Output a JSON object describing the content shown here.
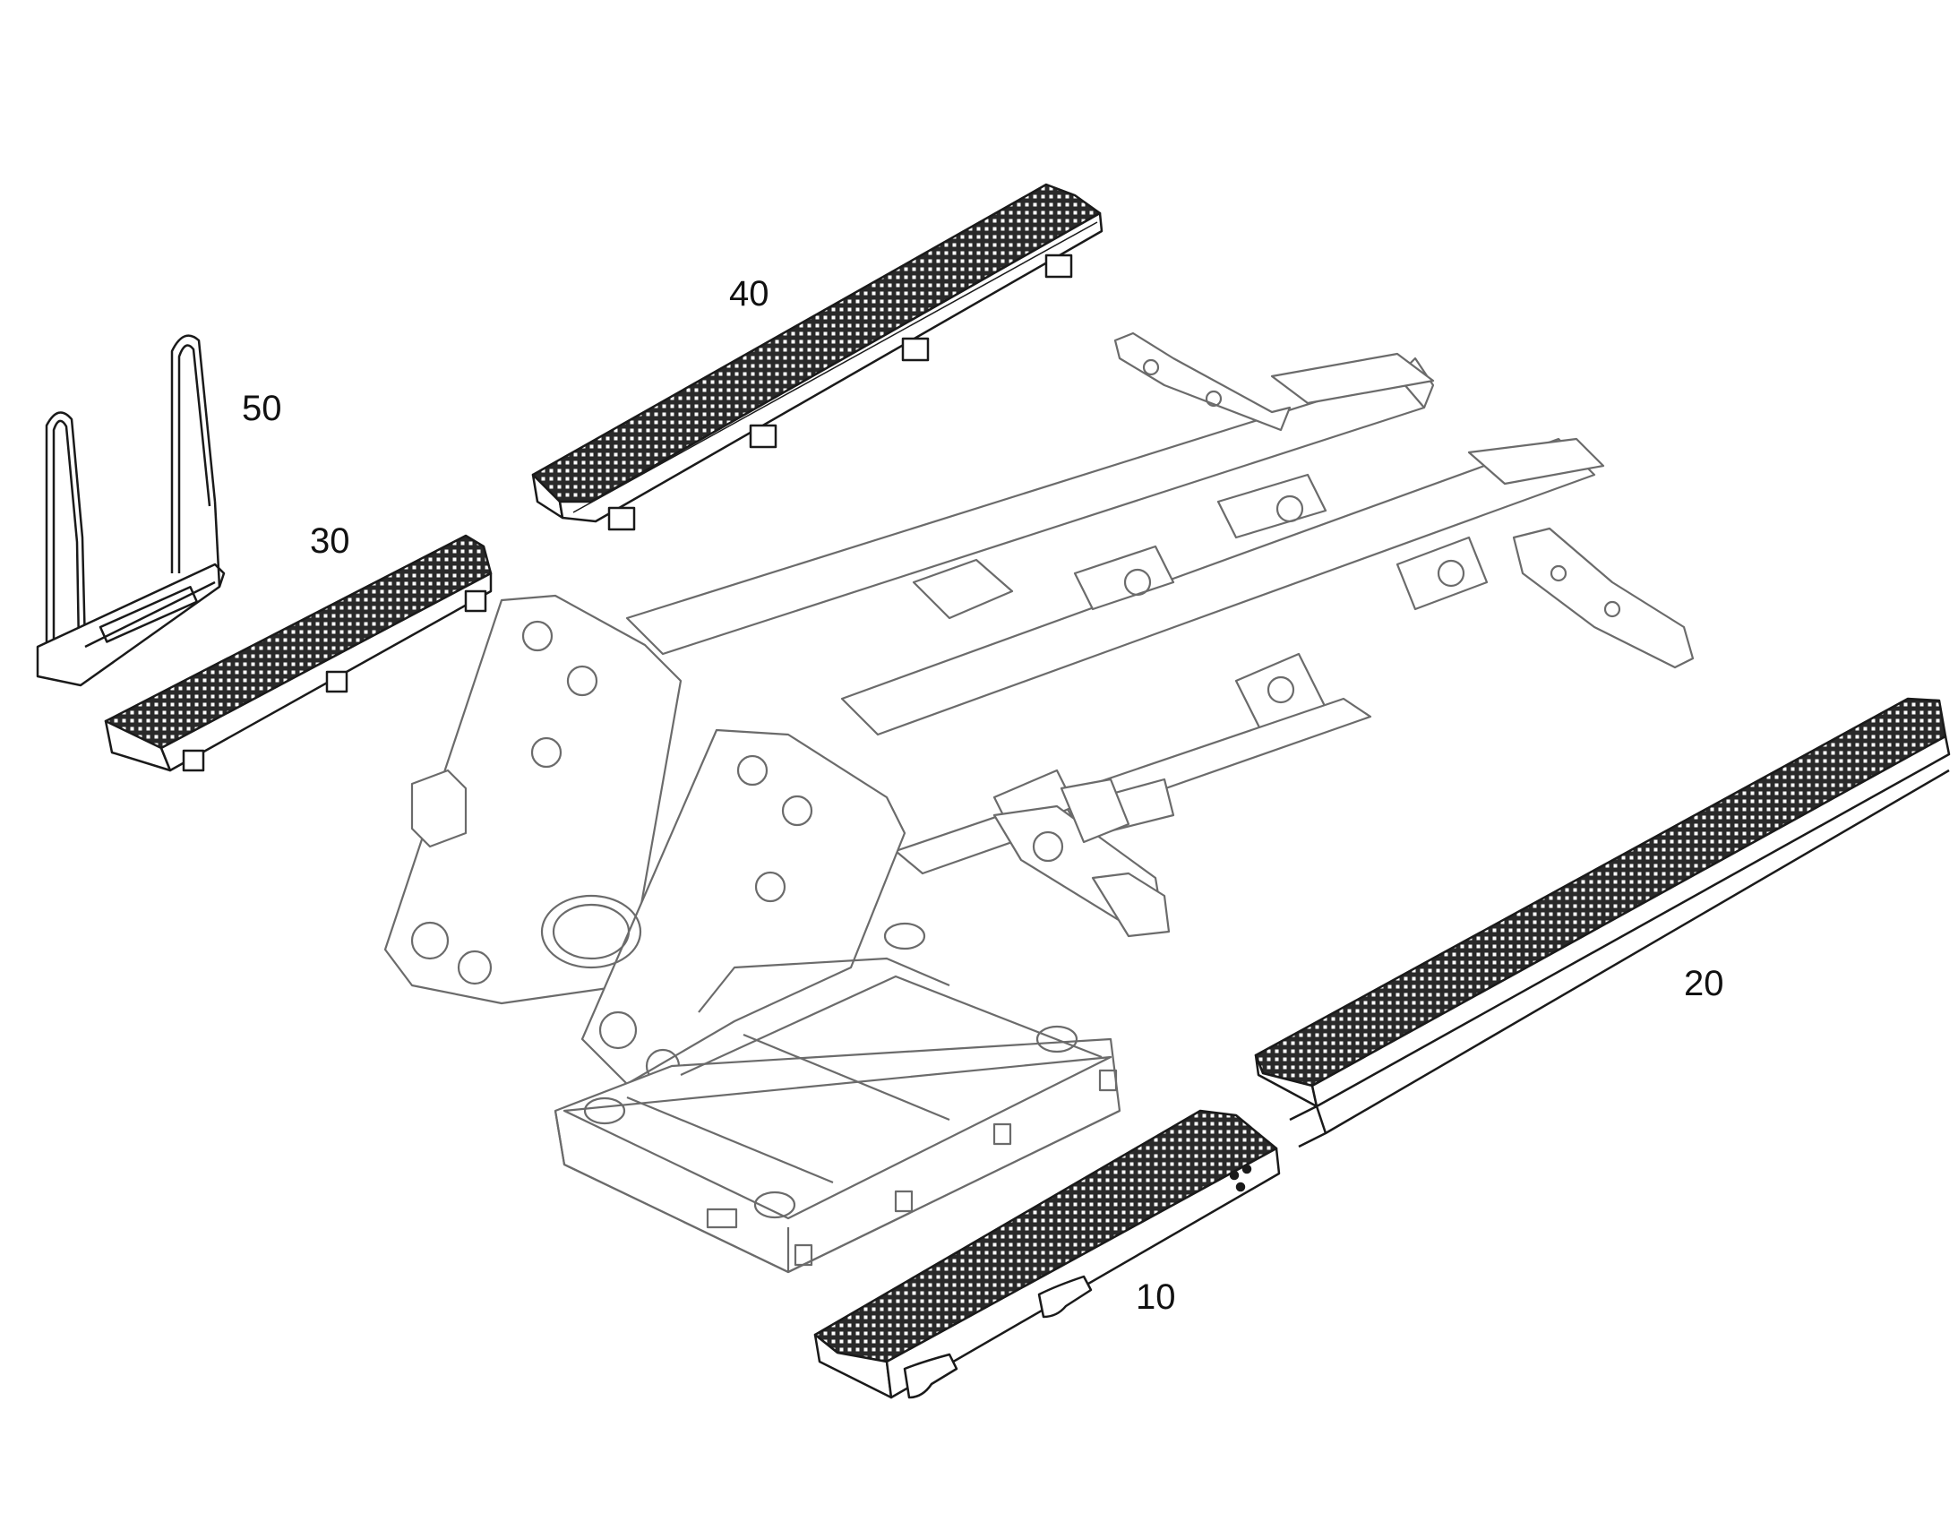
{
  "diagram": {
    "callouts": [
      {
        "id": "10",
        "label": "10"
      },
      {
        "id": "20",
        "label": "20"
      },
      {
        "id": "30",
        "label": "30"
      },
      {
        "id": "40",
        "label": "40"
      },
      {
        "id": "50",
        "label": "50"
      }
    ],
    "colors": {
      "line": "#1a1a1a",
      "frame_line": "#6b6b6b",
      "grating_fill": "#2a2a2a",
      "background": "#ffffff"
    }
  }
}
